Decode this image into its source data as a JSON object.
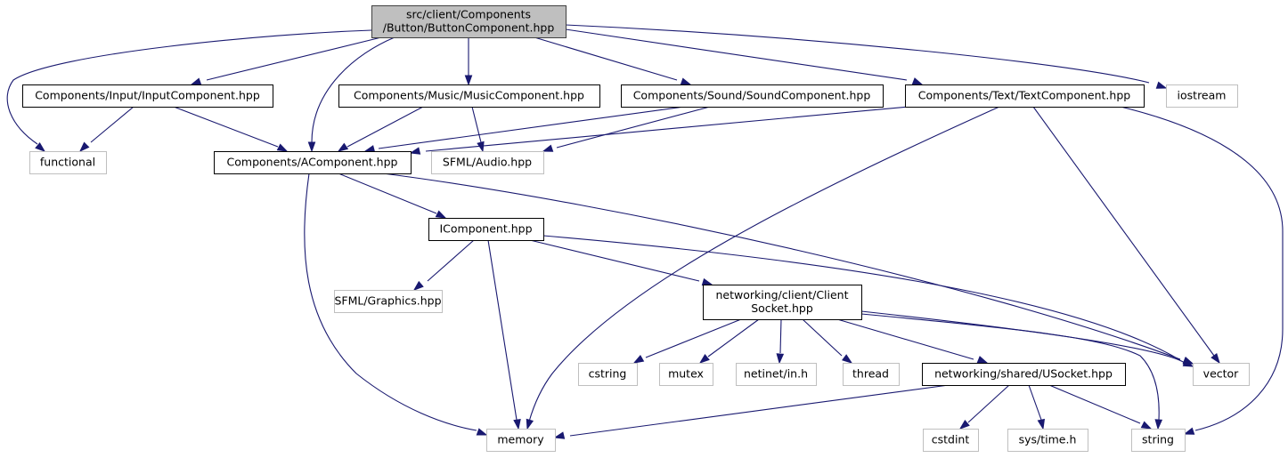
{
  "diagram": {
    "type": "include-dependency-graph",
    "root_node": "root",
    "colors": {
      "root_fill": "#bfbfbf",
      "root_border": "#404040",
      "documented_border": "#000000",
      "external_border": "#bfbfbf",
      "edge": "#191970",
      "text": "#000000"
    },
    "nodes": [
      {
        "id": "root",
        "lines": [
          "src/client/Components",
          "/Button/ButtonComponent.hpp"
        ],
        "kind": "root"
      },
      {
        "id": "input",
        "lines": [
          "Components/Input/InputComponent.hpp"
        ],
        "kind": "documented"
      },
      {
        "id": "music",
        "lines": [
          "Components/Music/MusicComponent.hpp"
        ],
        "kind": "documented"
      },
      {
        "id": "sound",
        "lines": [
          "Components/Sound/SoundComponent.hpp"
        ],
        "kind": "documented"
      },
      {
        "id": "text",
        "lines": [
          "Components/Text/TextComponent.hpp"
        ],
        "kind": "documented"
      },
      {
        "id": "iostream",
        "lines": [
          "iostream"
        ],
        "kind": "external"
      },
      {
        "id": "functional",
        "lines": [
          "functional"
        ],
        "kind": "external"
      },
      {
        "id": "acomponent",
        "lines": [
          "Components/AComponent.hpp"
        ],
        "kind": "documented"
      },
      {
        "id": "sfml_audio",
        "lines": [
          "SFML/Audio.hpp"
        ],
        "kind": "external"
      },
      {
        "id": "icomponent",
        "lines": [
          "IComponent.hpp"
        ],
        "kind": "documented"
      },
      {
        "id": "sfml_graphics",
        "lines": [
          "SFML/Graphics.hpp"
        ],
        "kind": "external"
      },
      {
        "id": "clientsocket",
        "lines": [
          "networking/client/Client",
          "Socket.hpp"
        ],
        "kind": "documented"
      },
      {
        "id": "cstring",
        "lines": [
          "cstring"
        ],
        "kind": "external"
      },
      {
        "id": "mutex",
        "lines": [
          "mutex"
        ],
        "kind": "external"
      },
      {
        "id": "netinet",
        "lines": [
          "netinet/in.h"
        ],
        "kind": "external"
      },
      {
        "id": "thread",
        "lines": [
          "thread"
        ],
        "kind": "external"
      },
      {
        "id": "usocket",
        "lines": [
          "networking/shared/USocket.hpp"
        ],
        "kind": "documented"
      },
      {
        "id": "vector",
        "lines": [
          "vector"
        ],
        "kind": "external"
      },
      {
        "id": "memory",
        "lines": [
          "memory"
        ],
        "kind": "external"
      },
      {
        "id": "cstdint",
        "lines": [
          "cstdint"
        ],
        "kind": "external"
      },
      {
        "id": "systime",
        "lines": [
          "sys/time.h"
        ],
        "kind": "external"
      },
      {
        "id": "string",
        "lines": [
          "string"
        ],
        "kind": "external"
      }
    ],
    "edges": [
      {
        "from": "root",
        "to": "functional"
      },
      {
        "from": "root",
        "to": "input"
      },
      {
        "from": "root",
        "to": "acomponent"
      },
      {
        "from": "root",
        "to": "music"
      },
      {
        "from": "root",
        "to": "sound"
      },
      {
        "from": "root",
        "to": "text"
      },
      {
        "from": "root",
        "to": "iostream"
      },
      {
        "from": "input",
        "to": "functional"
      },
      {
        "from": "input",
        "to": "acomponent"
      },
      {
        "from": "music",
        "to": "acomponent"
      },
      {
        "from": "music",
        "to": "sfml_audio"
      },
      {
        "from": "sound",
        "to": "acomponent"
      },
      {
        "from": "sound",
        "to": "sfml_audio"
      },
      {
        "from": "text",
        "to": "acomponent"
      },
      {
        "from": "text",
        "to": "memory"
      },
      {
        "from": "text",
        "to": "vector"
      },
      {
        "from": "text",
        "to": "string"
      },
      {
        "from": "acomponent",
        "to": "icomponent"
      },
      {
        "from": "acomponent",
        "to": "memory"
      },
      {
        "from": "acomponent",
        "to": "vector"
      },
      {
        "from": "icomponent",
        "to": "sfml_graphics"
      },
      {
        "from": "icomponent",
        "to": "memory"
      },
      {
        "from": "icomponent",
        "to": "clientsocket"
      },
      {
        "from": "icomponent",
        "to": "vector"
      },
      {
        "from": "clientsocket",
        "to": "cstring"
      },
      {
        "from": "clientsocket",
        "to": "mutex"
      },
      {
        "from": "clientsocket",
        "to": "netinet"
      },
      {
        "from": "clientsocket",
        "to": "thread"
      },
      {
        "from": "clientsocket",
        "to": "usocket"
      },
      {
        "from": "clientsocket",
        "to": "vector"
      },
      {
        "from": "clientsocket",
        "to": "string"
      },
      {
        "from": "usocket",
        "to": "memory"
      },
      {
        "from": "usocket",
        "to": "cstdint"
      },
      {
        "from": "usocket",
        "to": "systime"
      },
      {
        "from": "usocket",
        "to": "string"
      }
    ]
  }
}
